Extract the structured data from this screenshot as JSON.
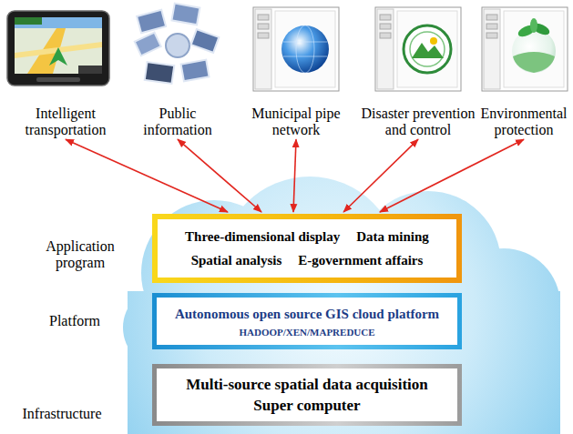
{
  "diagram": {
    "nodes": [
      {
        "text": [
          "Intelligent transportation"
        ]
      },
      {
        "text": [
          "Public information"
        ]
      },
      {
        "text": [
          "Municipal pipe network"
        ]
      },
      {
        "text": [
          "Disaster prevention and control"
        ]
      },
      {
        "text": [
          "Environmental protection"
        ]
      },
      {
        "text": [
          "Three-dimensional display",
          "Data mining",
          "Spatial analysis",
          "E-government affairs"
        ]
      },
      {
        "text": [
          "Autonomous open source GIS cloud platform",
          "HADOOP/XEN/MAPREDUCE"
        ]
      },
      {
        "text": [
          "Multi-source spatial data acquisition",
          "Super computer"
        ]
      }
    ],
    "edges": [
      {
        "from": 0,
        "to": 5,
        "arrow": "both"
      },
      {
        "from": 1,
        "to": 5,
        "arrow": "both"
      },
      {
        "from": 2,
        "to": 5,
        "arrow": "both"
      },
      {
        "from": 3,
        "to": 5,
        "arrow": "both"
      },
      {
        "from": 4,
        "to": 5,
        "arrow": "both"
      }
    ],
    "labels": [
      "Application program",
      "Platform",
      "Infrastructure"
    ]
  }
}
